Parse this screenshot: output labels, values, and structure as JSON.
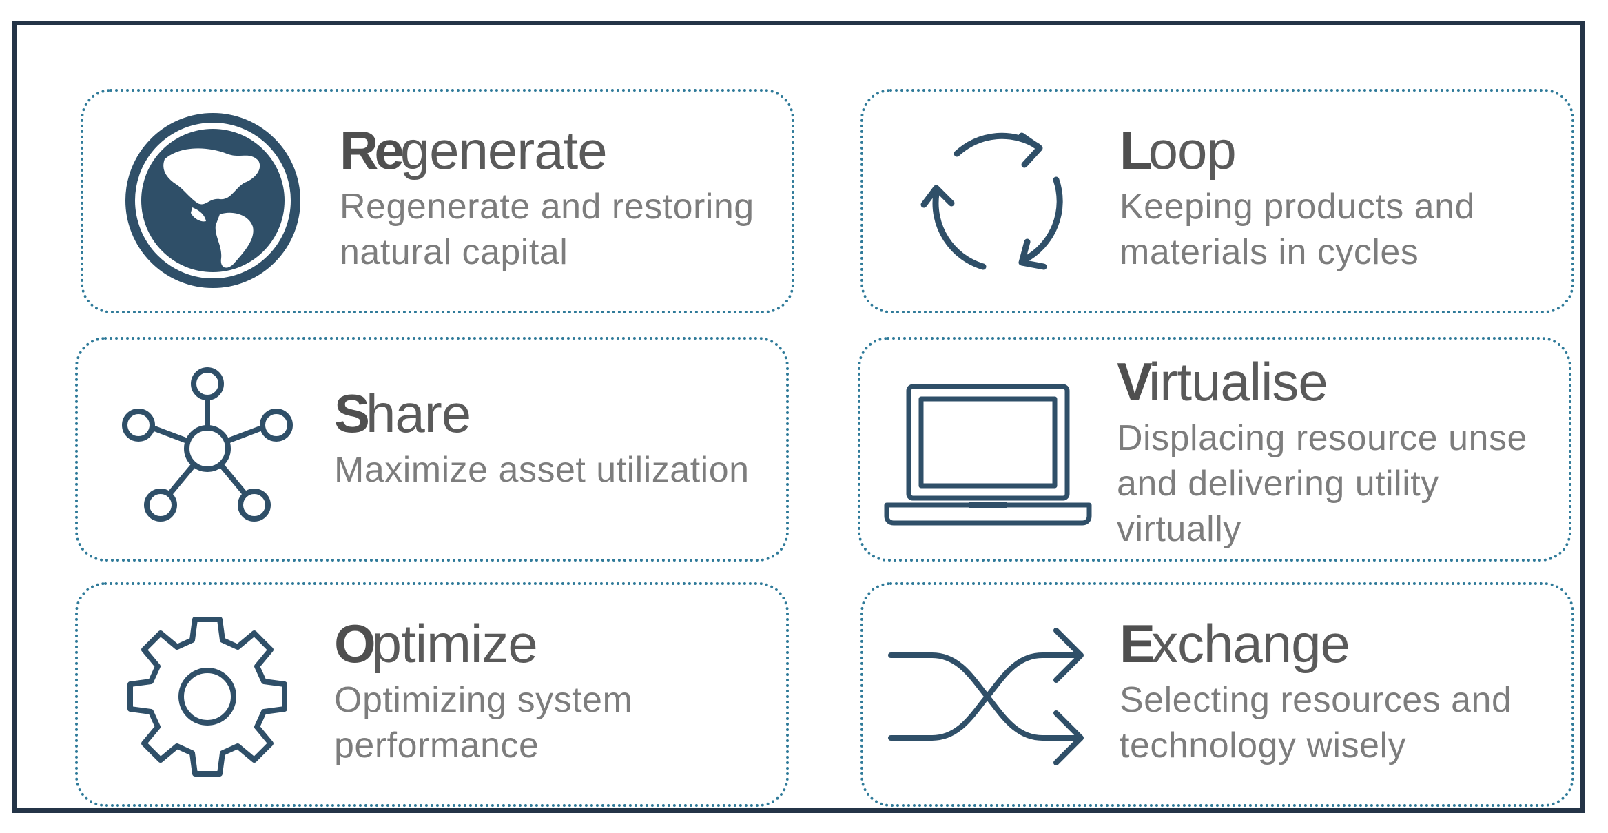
{
  "colors": {
    "frame": "#243447",
    "card_border": "#2f7a99",
    "icon": "#2f4f68",
    "title": "#5a5a5a",
    "description": "#7d7d7d"
  },
  "cards": [
    {
      "icon": "globe-icon",
      "title_lead": "Re",
      "title_rest": "generate",
      "description": "Regenerate and restoring natural capital"
    },
    {
      "icon": "cycle-arrows-icon",
      "title_lead": "L",
      "title_rest": "oop",
      "description": "Keeping products and materials in cycles"
    },
    {
      "icon": "network-icon",
      "title_lead": "S",
      "title_rest": "hare",
      "description": "Maximize asset utilization"
    },
    {
      "icon": "laptop-icon",
      "title_lead": "V",
      "title_rest": "irtualise",
      "description": "Displacing resource unse and delivering utility virtually"
    },
    {
      "icon": "gear-icon",
      "title_lead": "O",
      "title_rest": "ptimize",
      "description": "Optimizing system performance"
    },
    {
      "icon": "crossing-arrows-icon",
      "title_lead": "E",
      "title_rest": "xchange",
      "description": "Selecting resources and technology wisely"
    }
  ]
}
